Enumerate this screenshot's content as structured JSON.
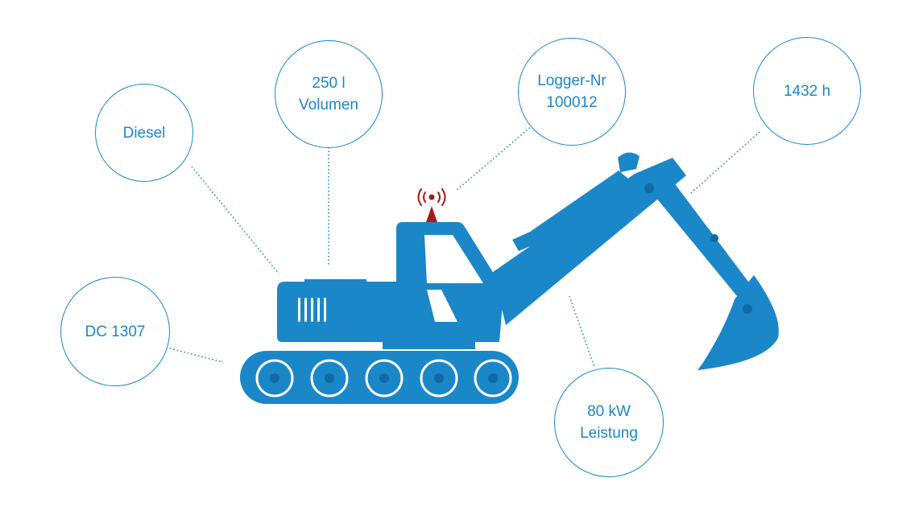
{
  "colors": {
    "machine": "#1a87c8",
    "accent": "#a31d1d",
    "background": "#ffffff"
  },
  "icons": [
    "signal-icon",
    "excavator-icon"
  ],
  "labels": {
    "diesel": "Diesel",
    "volume": "250 l\nVolumen",
    "logger": "Logger-Nr\n100012",
    "hours": "1432 h",
    "dc": "DC 1307",
    "power": "80 kW\nLeistung"
  }
}
